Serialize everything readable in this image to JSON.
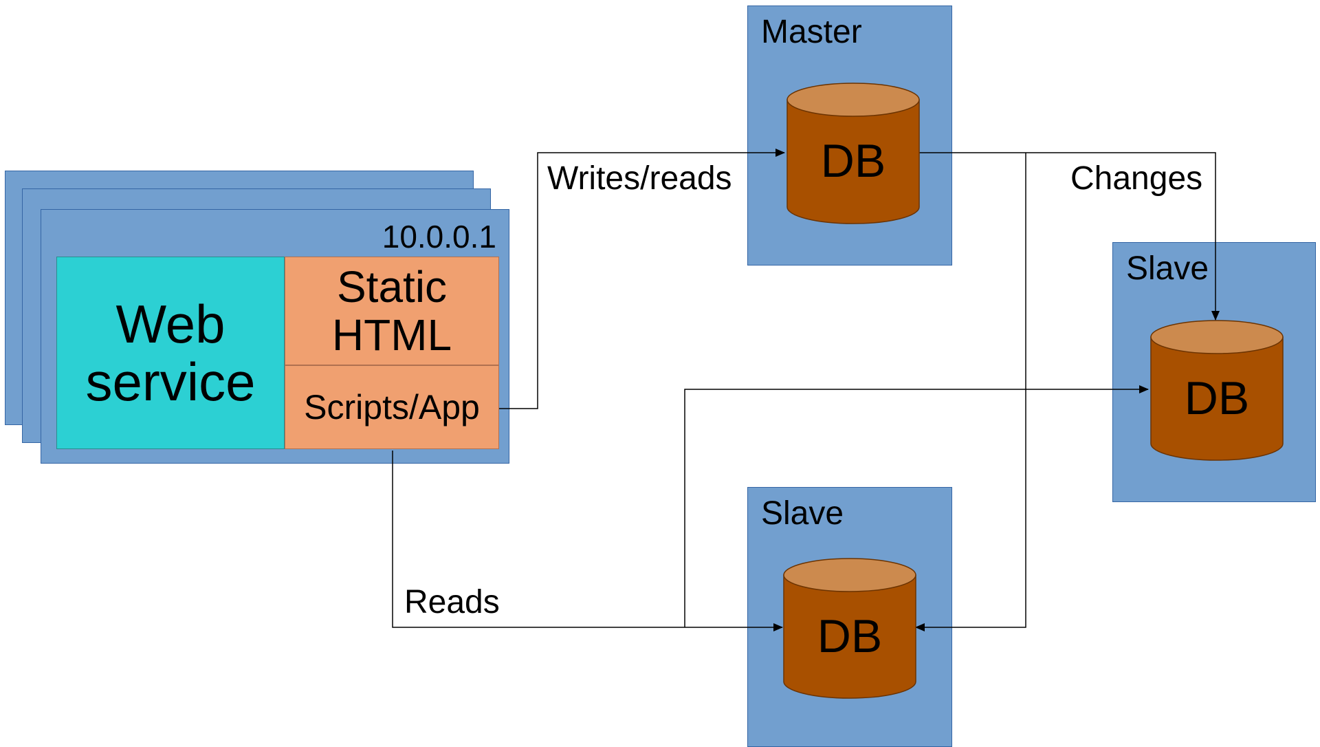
{
  "server": {
    "ip_label": "10.0.0.1",
    "web_service_label": "Web\nservice",
    "static_html_label": "Static\nHTML",
    "scripts_app_label": "Scripts/App"
  },
  "master": {
    "title": "Master",
    "db_label": "DB"
  },
  "slave_right": {
    "title": "Slave",
    "db_label": "DB"
  },
  "slave_bottom": {
    "title": "Slave",
    "db_label": "DB"
  },
  "connectors": {
    "writes_reads_label": "Writes/reads",
    "changes_label": "Changes",
    "reads_label": "Reads"
  },
  "colors": {
    "box_blue": "#729fcf",
    "web_service_teal": "#2cd0d3",
    "static_salmon": "#f0a070",
    "db_body": "#a85000",
    "db_top": "#cc8a4e"
  }
}
